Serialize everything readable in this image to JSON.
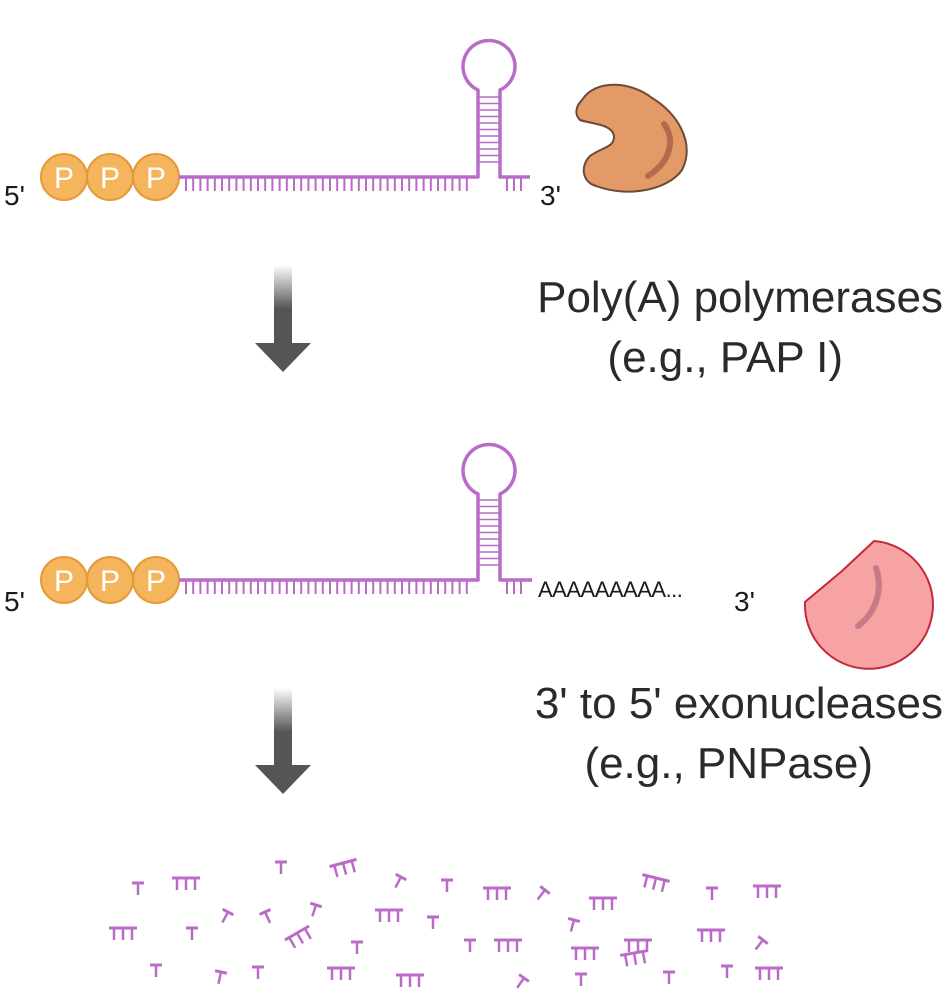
{
  "colors": {
    "rna": "#b96bc7",
    "phosphate_fill": "#f5b55c",
    "phosphate_stroke": "#e39a3a",
    "polymerase_fill": "#e39a66",
    "polymerase_stroke": "#6b4a3a",
    "exonuclease_fill": "#f7a3a3",
    "exonuclease_stroke": "#c4283a",
    "arrow": "#555555",
    "text": "#1a1a1a"
  },
  "stage1": {
    "five_prime": "5'",
    "three_prime": "3'",
    "phosphates": [
      "P",
      "P",
      "P"
    ]
  },
  "step1": {
    "line1": "Poly(A) polymerases",
    "line2": "(e.g., PAP I)"
  },
  "stage2": {
    "five_prime": "5'",
    "three_prime": "3'",
    "phosphates": [
      "P",
      "P",
      "P"
    ],
    "poly_a_tail": "AAAAAAAAA..."
  },
  "step2": {
    "line1": "3' to 5' exonucleases",
    "line2": "(e.g., PNPase)"
  },
  "icons": {
    "polymerase": "polymerase-enzyme-icon",
    "exonuclease": "exonuclease-enzyme-icon",
    "arrow": "down-arrow-icon",
    "fragments": "nucleotide-fragment-icon"
  }
}
